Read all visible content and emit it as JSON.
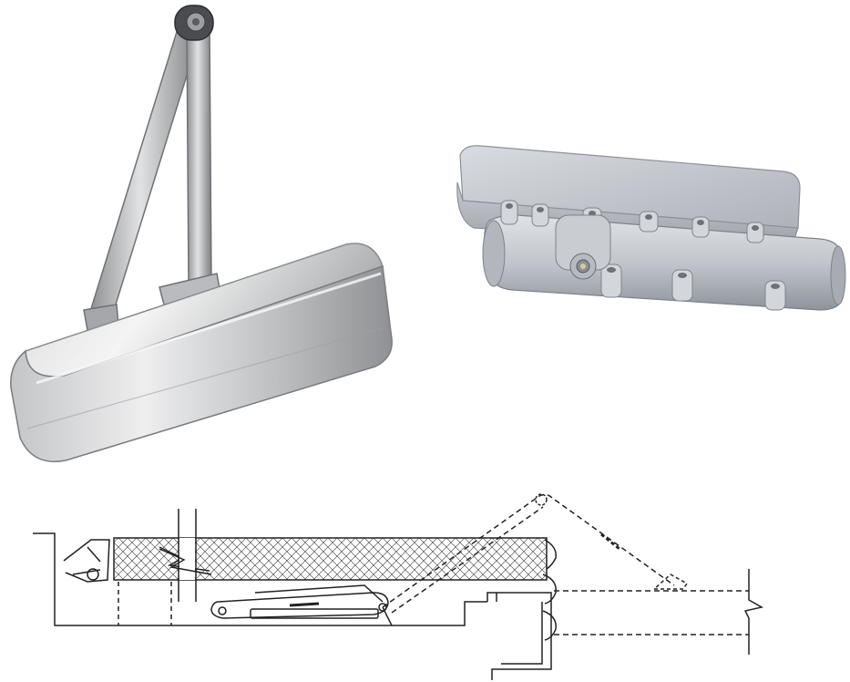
{
  "figures": [
    {
      "name": "door-closer-with-arm-photo"
    },
    {
      "name": "door-closer-body-cover-removed-photo"
    },
    {
      "name": "door-closer-installation-section-drawing"
    }
  ],
  "colors": {
    "background": "#ffffff",
    "metal_light": "#e6e7e8",
    "metal_mid": "#b8babc",
    "metal_dark": "#7a7c7f",
    "cast_silver": "#c8ccd2",
    "line": "#222222"
  }
}
